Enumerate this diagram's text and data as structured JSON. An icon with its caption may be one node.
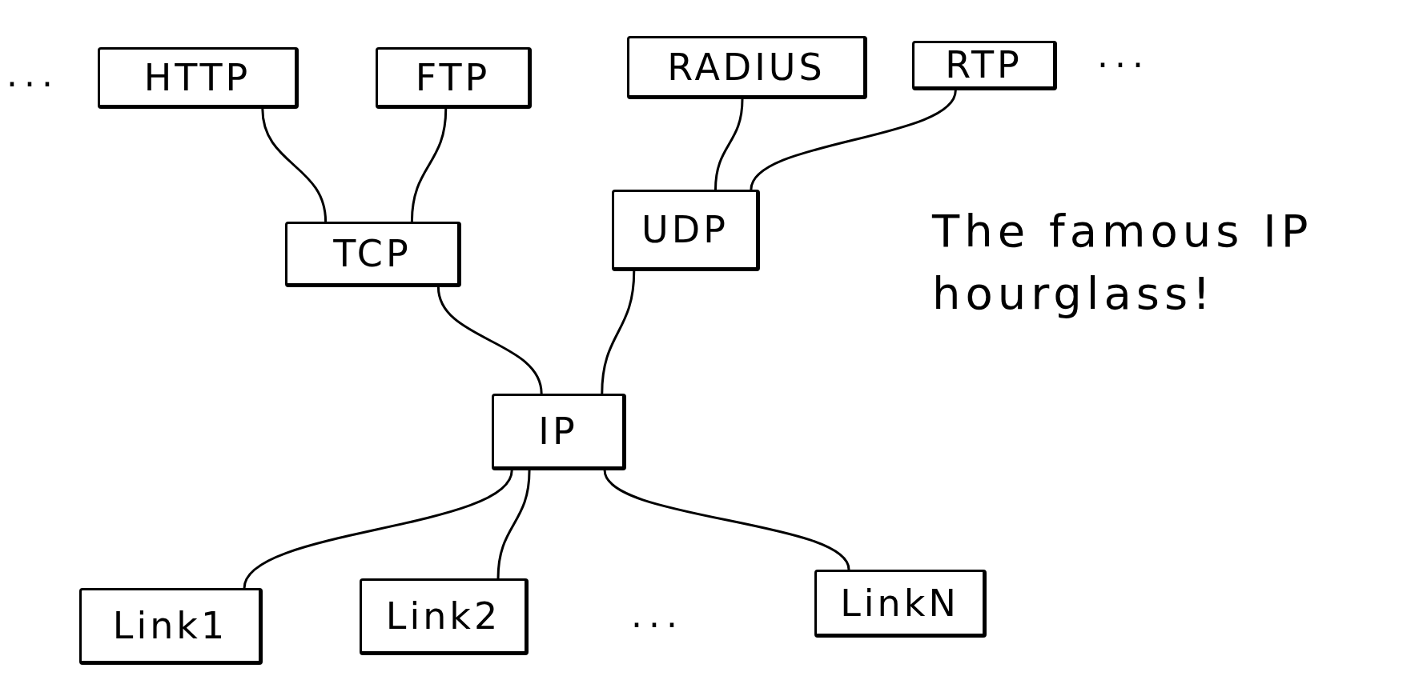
{
  "diagram": {
    "nodes": [
      {
        "text": [
          "HTTP"
        ]
      },
      {
        "text": [
          "FTP"
        ]
      },
      {
        "text": [
          "RADIUS"
        ]
      },
      {
        "text": [
          "RTP"
        ]
      },
      {
        "text": [
          "TCP"
        ]
      },
      {
        "text": [
          "UDP"
        ]
      },
      {
        "text": [
          "IP"
        ]
      },
      {
        "text": [
          "Link1"
        ]
      },
      {
        "text": [
          "Link2"
        ]
      },
      {
        "text": [
          "LinkN"
        ]
      }
    ],
    "edges": [
      {
        "from": 0,
        "to": 4,
        "arrow": "none"
      },
      {
        "from": 1,
        "to": 4,
        "arrow": "none"
      },
      {
        "from": 2,
        "to": 5,
        "arrow": "none"
      },
      {
        "from": 3,
        "to": 5,
        "arrow": "none"
      },
      {
        "from": 4,
        "to": 6,
        "arrow": "none"
      },
      {
        "from": 5,
        "to": 6,
        "arrow": "none"
      },
      {
        "from": 6,
        "to": 7,
        "arrow": "none"
      },
      {
        "from": 6,
        "to": 8,
        "arrow": "none"
      },
      {
        "from": 6,
        "to": 9,
        "arrow": "none"
      }
    ],
    "labels": [
      "...",
      "...",
      "The famous IP hourglass!",
      "..."
    ]
  }
}
